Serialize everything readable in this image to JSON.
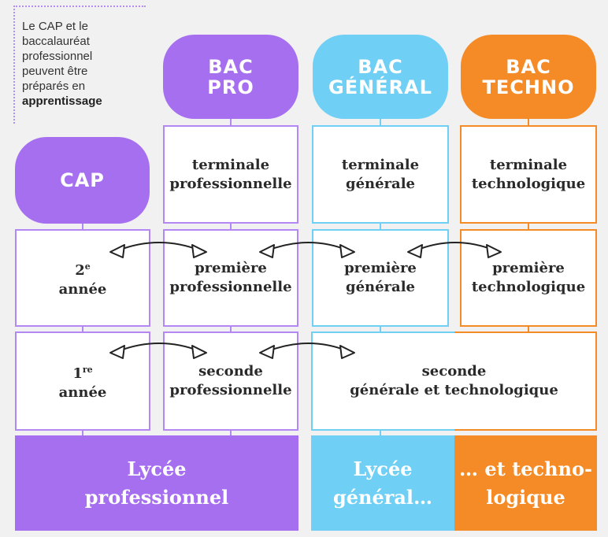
{
  "colors": {
    "purple": "#a56ff0",
    "blue": "#6fcff5",
    "orange": "#f58b26",
    "purple_light": "#b388f4"
  },
  "note": {
    "line1": "Le CAP et le",
    "line2": "baccalauréat",
    "line3": "professionnel",
    "line4": "peuvent être",
    "line5": "préparés en",
    "line6": "apprentissage"
  },
  "pills": {
    "cap": "CAP",
    "bac_pro": {
      "l1": "BAC",
      "l2": "PRO"
    },
    "bac_general": {
      "l1": "BAC",
      "l2": "GÉNÉRAL"
    },
    "bac_techno": {
      "l1": "BAC",
      "l2": "TECHNO"
    }
  },
  "cap": {
    "year2": {
      "num": "2",
      "sup": "e",
      "word": "année"
    },
    "year1": {
      "num": "1",
      "sup": "re",
      "word": "année"
    }
  },
  "pro": {
    "terminale": {
      "l1": "terminale",
      "l2": "professionnelle"
    },
    "premiere": {
      "l1": "première",
      "l2": "professionnelle"
    },
    "seconde": {
      "l1": "seconde",
      "l2": "professionnelle"
    }
  },
  "gen": {
    "terminale": {
      "l1": "terminale",
      "l2": "générale"
    },
    "premiere": {
      "l1": "première",
      "l2": "générale"
    }
  },
  "techno": {
    "terminale": {
      "l1": "terminale",
      "l2": "technologique"
    },
    "premiere": {
      "l1": "première",
      "l2": "technologique"
    }
  },
  "seconde_gt": {
    "l1": "seconde",
    "l2": "générale et technologique"
  },
  "footer": {
    "pro": {
      "l1": "Lycée",
      "l2": "professionnel"
    },
    "gen": {
      "l1": "Lycée",
      "l2": "général…"
    },
    "techno": {
      "l1": "… et techno-",
      "l2": "logique"
    }
  }
}
